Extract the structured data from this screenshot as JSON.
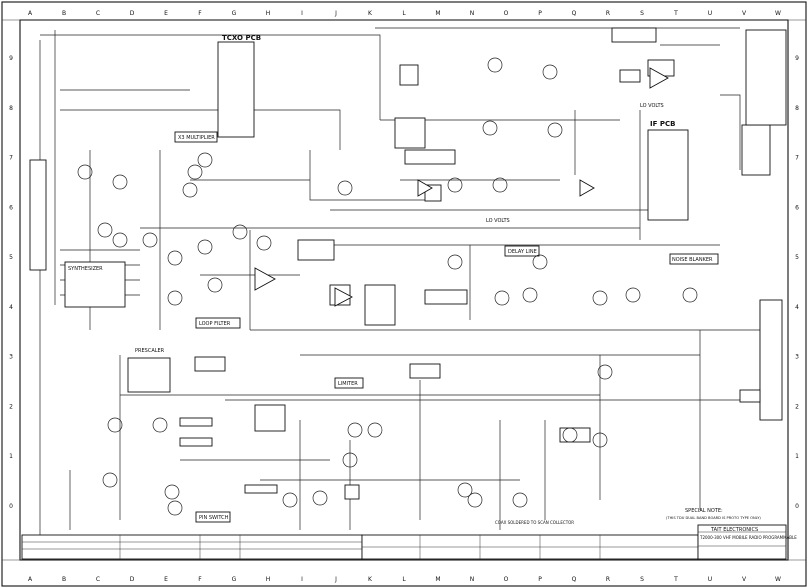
{
  "sheet": {
    "columns": [
      "A",
      "B",
      "C",
      "D",
      "E",
      "F",
      "G",
      "H",
      "I",
      "J",
      "K",
      "L",
      "M",
      "N",
      "O",
      "P",
      "Q",
      "R",
      "S",
      "T",
      "U",
      "V",
      "W"
    ],
    "rows": [
      "9",
      "8",
      "7",
      "6",
      "5",
      "4",
      "3",
      "2",
      "1",
      "0"
    ]
  },
  "labels": {
    "tcxo_pcb": "TCXO PCB",
    "if_pcb": "IF PCB",
    "x3_multiplier": "X3 MULTIPLIER",
    "loop_filter": "LOOP FILTER",
    "synthesizer": "SYNTHESIZER",
    "prescaler": "PRESCALER",
    "pin_switch": "PIN SWITCH",
    "delay_line": "DELAY LINE",
    "noise_blanker": "NOISE BLANKER",
    "limiter": "LIMITER",
    "lo_volts": "LO VOLTS",
    "coax_note": "COAX SOLDERED TO SCAN COLLECTOR",
    "special_note_title": "SPECIAL NOTE:",
    "special_note_body": "(THIS TDU DUAL BAND BOARD IS PROTO TYPE ONLY)",
    "company": "TAIT ELECTRONICS",
    "drawing_title": "T2000-300 VHF MOBILE RADIO PROGRAMMABLE"
  }
}
